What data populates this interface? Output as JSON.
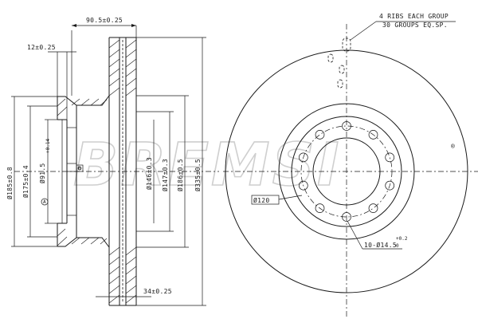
{
  "brand": {
    "watermark": "BREMSI",
    "registered_mark": "®"
  },
  "dimensions": {
    "overall_width": "90.5±0.25",
    "hat_thickness": "12±0.25",
    "friction_thickness": "34±0.25",
    "hat_outer_dia": "Ø185±0.8",
    "hat_inner_dia": "Ø175±0.4",
    "center_bore_dia": "Ø91.5",
    "center_bore_tol": "+0.14",
    "inner_dia_146": "Ø146±0.3",
    "inner_dia_147": "Ø147±0.3",
    "vent_dia": "Ø186±0.5",
    "outer_dia": "Ø335±0.5",
    "pcd": "Ø120",
    "bolt_holes": "10-Ø14.5",
    "bolt_holes_tol_upper": "+0.2",
    "bolt_holes_tol_lower": "0"
  },
  "notes": {
    "ribs_line1": "4 RIBS EACH GROUP",
    "ribs_line2": "30 GROUPS EQ.SP."
  },
  "datum_labels": {
    "a": "A",
    "b": "B"
  },
  "colors": {
    "line": "#1a1a1a",
    "watermark": "#cfcfcf",
    "background": "#ffffff"
  }
}
